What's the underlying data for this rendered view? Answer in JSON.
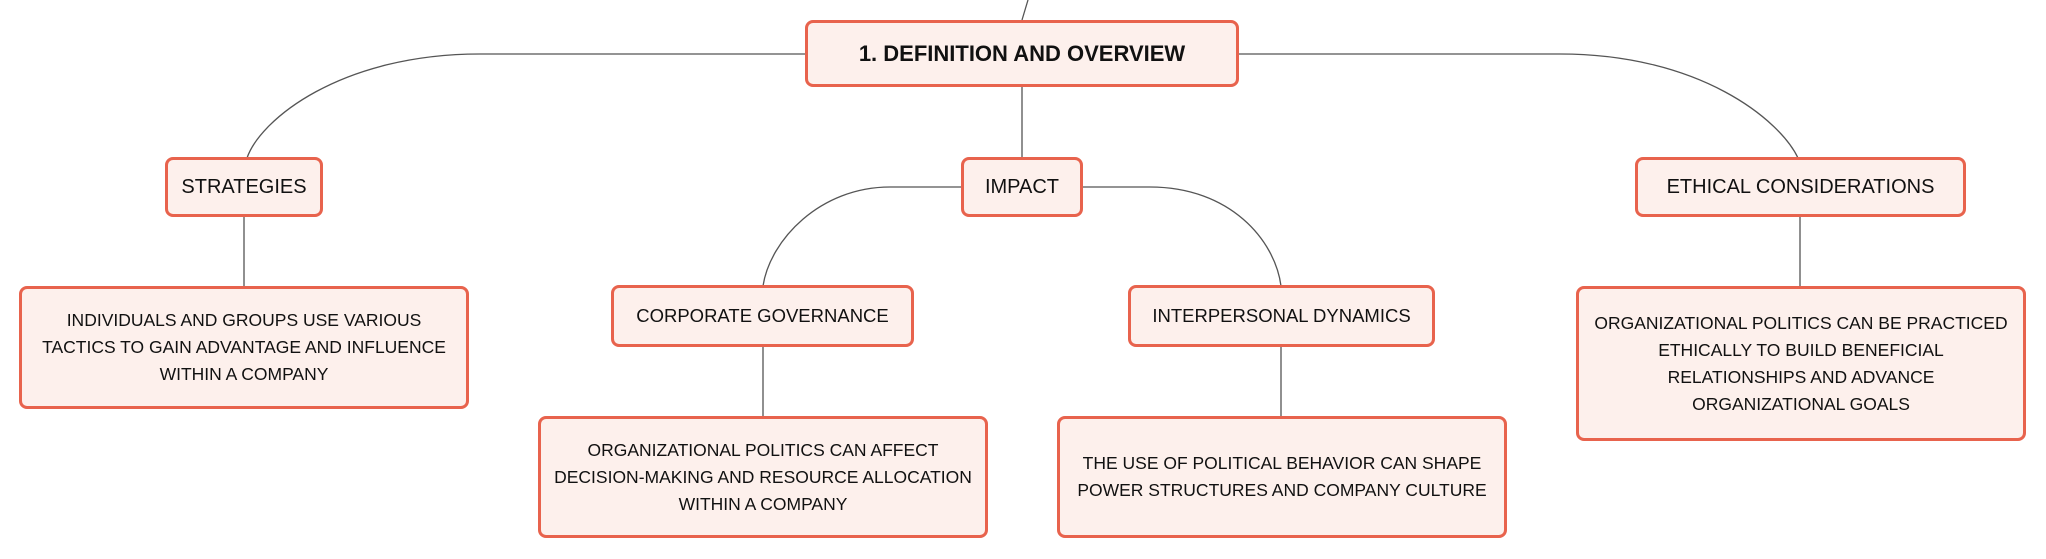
{
  "colors": {
    "node_fill": "#fdf0ec",
    "node_border": "#e8634d",
    "connector": "#555555",
    "text": "#111111"
  },
  "root": {
    "label": "1. DEFINITION AND OVERVIEW"
  },
  "branches": {
    "strategies": {
      "label": "STRATEGIES",
      "detail": "INDIVIDUALS AND GROUPS USE VARIOUS TACTICS TO GAIN ADVANTAGE AND INFLUENCE WITHIN A COMPANY"
    },
    "impact": {
      "label": "IMPACT",
      "children": {
        "corporate_governance": {
          "label": "CORPORATE GOVERNANCE",
          "detail": "ORGANIZATIONAL POLITICS CAN AFFECT DECISION-MAKING AND RESOURCE ALLOCATION WITHIN A COMPANY"
        },
        "interpersonal_dynamics": {
          "label": "INTERPERSONAL DYNAMICS",
          "detail": "THE USE OF POLITICAL BEHAVIOR CAN SHAPE POWER STRUCTURES AND COMPANY CULTURE"
        }
      }
    },
    "ethical": {
      "label": "ETHICAL CONSIDERATIONS",
      "detail": "ORGANIZATIONAL POLITICS CAN BE PRACTICED ETHICALLY TO BUILD BENEFICIAL RELATIONSHIPS AND ADVANCE ORGANIZATIONAL GOALS"
    }
  }
}
